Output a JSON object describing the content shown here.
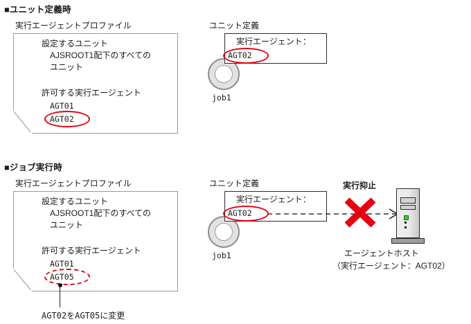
{
  "sections": [
    {
      "id": "unit-definition-time",
      "heading": "■ユニット定義時",
      "profile": {
        "caption": "実行エージェントプロファイル",
        "setting_label": "設定するユニット",
        "setting_value_line1": "AJSROOT1配下のすべての",
        "setting_value_line2": "ユニット",
        "permit_label": "許可する実行エージェント",
        "agents": [
          "AGT01",
          "AGT02"
        ],
        "highlighted_agent": "AGT02",
        "highlight_style": "solid"
      },
      "unit": {
        "caption": "ユニット定義",
        "field_label": "実行エージェント：",
        "field_value": "AGT02",
        "job_name": "job1"
      }
    },
    {
      "id": "job-execution-time",
      "heading": "■ジョブ実行時",
      "profile": {
        "caption": "実行エージェントプロファイル",
        "setting_label": "設定するユニット",
        "setting_value_line1": "AJSROOT1配下のすべての",
        "setting_value_line2": "ユニット",
        "permit_label": "許可する実行エージェント",
        "agents": [
          "AGT01",
          "AGT05"
        ],
        "highlighted_agent": "AGT05",
        "highlight_style": "dashed",
        "annotation": "AGT02をAGT05に変更"
      },
      "unit": {
        "caption": "ユニット定義",
        "field_label": "実行エージェント：",
        "field_value": "AGT02",
        "job_name": "job1"
      },
      "suppression": {
        "label": "実行抑止",
        "marker": "x-mark"
      },
      "host": {
        "name": "エージェントホスト",
        "detail": "（実行エージェント：AGT02）"
      }
    }
  ],
  "colors": {
    "highlight": "#e60012",
    "suppression": "#e60012",
    "box_border": "#2b2b2b",
    "sheet_border": "#9a9a9a",
    "text": "#1a1a1a",
    "arrow": "#333333"
  }
}
